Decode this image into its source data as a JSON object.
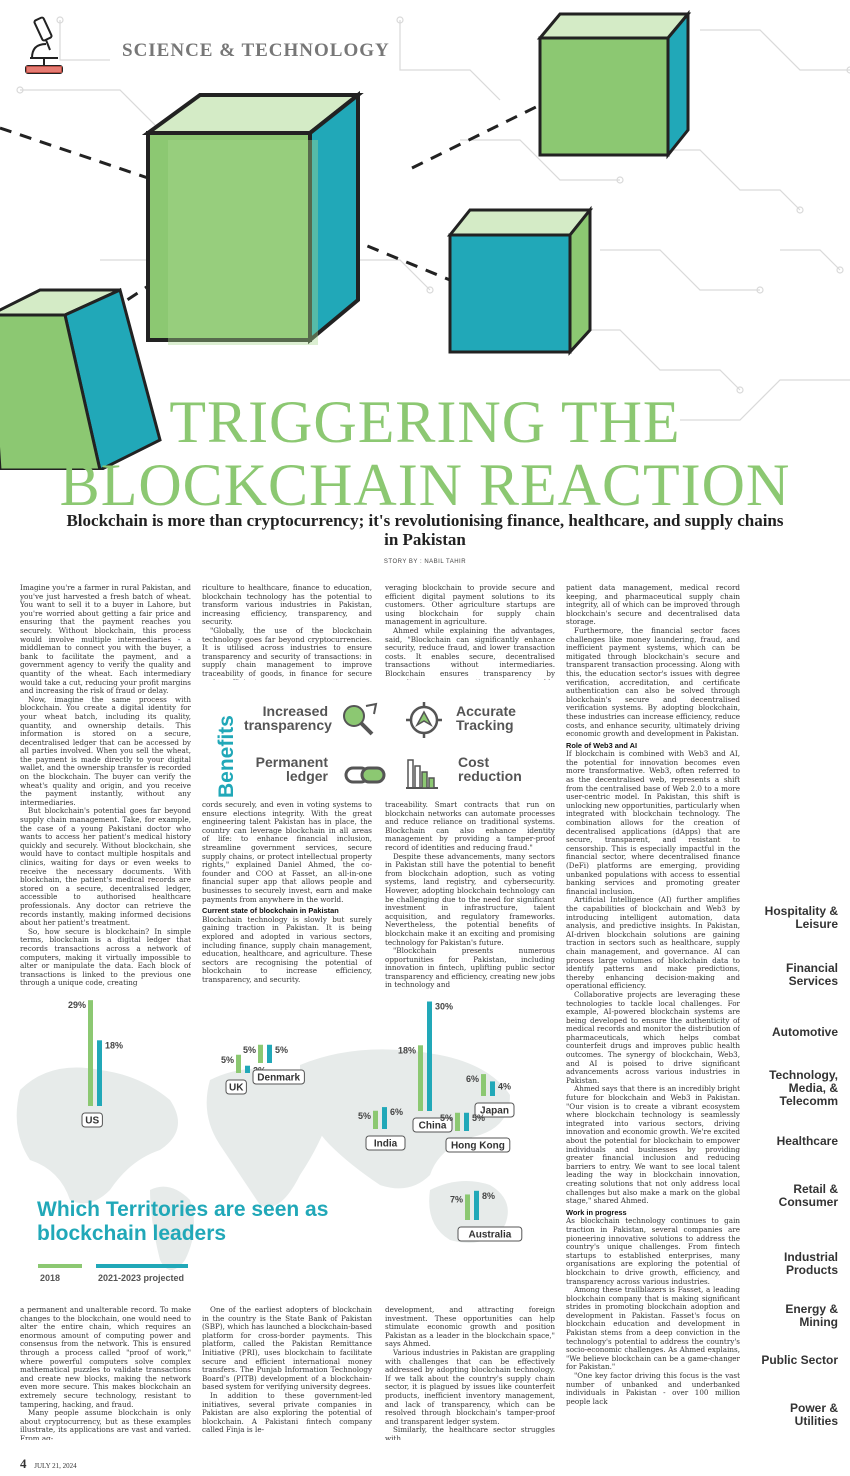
{
  "header": {
    "section": "SCIENCE & TECHNOLOGY",
    "icon": "microscope-icon"
  },
  "article": {
    "title_line1": "TRIGGERING THE",
    "title_line2": "BLOCKCHAIN REACTION",
    "subtitle": "Blockchain is more than cryptocurrency; it's revolutionising finance, healthcare, and supply chains in Pakistan",
    "byline": "STORY BY : NABIL TAHIR",
    "col1": [
      "Imagine you're a farmer in rural Pakistan, and you've just harvested a fresh batch of wheat. You want to sell it to a buyer in Lahore, but you're worried about getting a fair price and ensuring that the payment reaches you securely. Without blockchain, this process would involve multiple intermediaries - a middleman to connect you with the buyer, a bank to facilitate the payment, and a government agency to verify the quality and quantity of the wheat. Each intermediary would take a cut, reducing your profit margins and increasing the risk of fraud or delay.",
      "Now, imagine the same process with blockchain. You create a digital identity for your wheat batch, including its quality, quantity, and ownership details. This information is stored on a secure, decentralised ledger that can be accessed by all parties involved. When you sell the wheat, the payment is made directly to your digital wallet, and the ownership transfer is recorded on the blockchain. The buyer can verify the wheat's quality and origin, and you receive the payment instantly, without any intermediaries.",
      "But blockchain's potential goes far beyond supply chain management. Take, for example, the case of a young Pakistani doctor who wants to access her patient's medical history quickly and securely. Without blockchain, she would have to contact multiple hospitals and clinics, waiting for days or even weeks to receive the necessary documents. With blockchain, the patient's medical records are stored on a secure, decentralised ledger, accessible to authorised healthcare professionals. Any doctor can retrieve the records instantly, making informed decisions about her patient's treatment.",
      "So, how secure is blockchain? In simple terms, blockchain is a digital ledger that records transactions across a network of computers, making it virtually impossible to alter or manipulate the data. Each block of transactions is linked to the previous one through a unique code, creating"
    ],
    "col2_top": [
      "riculture to healthcare, finance to education, blockchain technology has the potential to transform various industries in Pakistan, increasing efficiency, transparency, and security.",
      "\"Globally, the use of the blockchain technology goes far beyond cryptocurrencies. It is utilised across industries to ensure transparency and security of transactions: in supply chain management to improve traceability of goods, in finance for secure and efficient money transactions, in healthcare for managing patient re-"
    ],
    "col3_top": [
      "veraging blockchain to provide secure and efficient digital payment solutions to its customers. Other agriculture startups are using blockchain for supply chain management in agriculture.",
      "Ahmed while explaining the advantages, said, \"Blockchain can significantly enhance security, reduce fraud, and lower transaction costs. It enables secure, decentralised transactions without intermediaries. Blockchain ensures transparency by recording every transaction in an immutable ledger; this is crucial for transaction"
    ],
    "col2_mid": [
      "cords securely, and even in voting systems to ensure elections integrity. With the great engineering talent Pakistan has in place, the country can leverage blockchain in all areas of life: to enhance financial inclusion, streamline government services, secure supply chains, or protect intellectual property rights,\" explained Daniel Ahmed, the co-founder and COO at Fasset, an all-in-one financial super app that allows people and businesses to securely invest, earn and make payments from anywhere in the world."
    ],
    "col2_heading": "Current state of blockchain in Pakistan",
    "col2_mid2": [
      "Blockchain technology is slowly but surely gaining traction in Pakistan. It is being explored and adopted in various sectors, including finance, supply chain management, education, healthcare, and agriculture. These sectors are recognising the potential of blockchain to increase efficiency, transparency, and security."
    ],
    "col3_mid": [
      "traceability. Smart contracts that run on blockchain networks can automate processes and reduce reliance on traditional systems. Blockchain can also enhance identity management by providing a tamper-proof record of identities and reducing fraud.\"",
      "Despite these advancements, many sectors in Pakistan still have the potential to benefit from blockchain adoption, such as voting systems, land registry, and cybersecurity. However, adopting blockchain technology can be challenging due to the need for significant investment in infrastructure, talent acquisition, and regulatory frameworks. Nevertheless, the potential benefits of blockchain make it an exciting and promising technology for Pakistan's future.",
      "\"Blockchain presents numerous opportunities for Pakistan, including innovation in fintech, uplifting public sector transparency and efficiency, creating new jobs in technology and"
    ],
    "col4": [
      "patient data management, medical record keeping, and pharmaceutical supply chain integrity, all of which can be improved through blockchain's secure and decentralised data storage.",
      "Furthermore, the financial sector faces challenges like money laundering, fraud, and inefficient payment systems, which can be mitigated through blockchain's secure and transparent transaction processing. Along with this, the education sector's issues with degree verification, accreditation, and certificate authentication can also be solved through blockchain's secure and decentralised verification systems. By adopting blockchain, these industries can increase efficiency, reduce costs, and enhance security, ultimately driving economic growth and development in Pakistan."
    ],
    "col4_heading1": "Role of Web3 and AI",
    "col4_b": [
      "If blockchain is combined with Web3 and AI, the potential for innovation becomes even more transformative. Web3, often referred to as the decentralised web, represents a shift from the centralised base of Web 2.0 to a more user-centric model. In Pakistan, this shift is unlocking new opportunities, particularly when integrated with blockchain technology. The combination allows for the creation of decentralised applications (dApps) that are secure, transparent, and resistant to censorship. This is especially impactful in the financial sector, where decentralised finance (DeFi) platforms are emerging, providing unbanked populations with access to essential banking services and promoting greater financial inclusion.",
      "Artificial Intelligence (AI) further amplifies the capabilities of blockchain and Web3 by introducing intelligent automation, data analysis, and predictive insights. In Pakistan, AI-driven blockchain solutions are gaining traction in sectors such as healthcare, supply chain management, and governance. AI can process large volumes of blockchain data to identify patterns and make predictions, thereby enhancing decision-making and operational efficiency.",
      "Collaborative projects are leveraging these technologies to tackle local challenges. For example, AI-powered blockchain systems are being developed to ensure the authenticity of medical records and monitor the distribution of pharmaceuticals, which helps combat counterfeit drugs and improves public health outcomes. The synergy of blockchain, Web3, and AI is poised to drive significant advancements across various industries in Pakistan.",
      "Ahmed says that there is an incredibly bright future for blockchain and Web3 in Pakistan. \"Our vision is to create a vibrant ecosystem where blockchain technology is seamlessly integrated into various sectors, driving innovation and economic growth. We're excited about the potential for blockchain to empower individuals and businesses by providing greater financial inclusion and reducing barriers to entry. We want to see local talent leading the way in blockchain innovation, creating solutions that not only address local challenges but also make a mark on the global stage,\" shared Ahmed."
    ],
    "col4_heading2": "Work in progress",
    "col4_c": [
      "As blockchain technology continues to gain traction in Pakistan, several companies are pioneering innovative solutions to address the country's unique challenges. From fintech startups to established enterprises, many organisations are exploring the potential of blockchain to drive growth, efficiency, and transparency across various industries.",
      "Among these trailblazers is Fasset, a leading blockchain company that is making significant strides in promoting blockchain adoption and development in Pakistan. Fasset's focus on blockchain education and development in Pakistan stems from a deep conviction in the technology's potential to address the country's socio-economic challenges. As Ahmed explains, \"We believe blockchain can be a game-changer for Pakistan.\"",
      "\"One key factor driving this focus is the vast number of unbanked and underbanked individuals in Pakistan - over 100 million people lack"
    ],
    "bottom_col1": [
      "a permanent and unalterable record. To make changes to the blockchain, one would need to alter the entire chain, which requires an enormous amount of computing power and consensus from the network. This is ensured through a process called \"proof of work,\" where powerful computers solve complex mathematical puzzles to validate transactions and create new blocks, making the network even more secure. This makes blockchain an extremely secure technology, resistant to tampering, hacking, and fraud.",
      "Many people assume blockchain is only about cryptocurrency, but as these examples illustrate, its applications are vast and varied. From ag-"
    ],
    "bottom_col2": [
      "One of the earliest adopters of blockchain in the country is the State Bank of Pakistan (SBP), which has launched a blockchain-based platform for cross-border payments. This platform, called the Pakistan Remittance Initiative (PRI), uses blockchain to facilitate secure and efficient international money transfers. The Punjab Information Technology Board's (PITB) development of a blockchain-based system for verifying university degrees.",
      "In addition to these government-led initiatives, several private companies in Pakistan are also exploring the potential of blockchain. A Pakistani fintech company called Finja is le-"
    ],
    "bottom_col3": [
      "development, and attracting foreign investment. These opportunities can help stimulate economic growth and position Pakistan as a leader in the blockchain space,\" says Ahmed.",
      "Various industries in Pakistan are grappling with challenges that can be effectively addressed by adopting blockchain technology. If we talk about the country's supply chain sector, it is plagued by issues like counterfeit products, inefficient inventory management, and lack of transparency, which can be resolved through blockchain's tamper-proof and transparent ledger system.",
      "Similarly, the healthcare sector struggles with"
    ]
  },
  "benefits": {
    "heading": "Benefits",
    "items": [
      {
        "label_line1": "Increased",
        "label_line2": "transparency",
        "icon": "magnifier-hand-icon"
      },
      {
        "label_line1": "Accurate",
        "label_line2": "Tracking",
        "icon": "target-arrow-icon"
      },
      {
        "label_line1": "Permanent",
        "label_line2": "ledger",
        "icon": "chain-link-icon"
      },
      {
        "label_line1": "Cost",
        "label_line2": "reduction",
        "icon": "falling-bars-icon"
      }
    ]
  },
  "map": {
    "title_line1": "Which Territories are seen as",
    "title_line2": "blockchain leaders",
    "legend": [
      {
        "label": "2018",
        "color": "#8cc872"
      },
      {
        "label": "2021-2023 projected",
        "color": "#21a8b8"
      }
    ]
  },
  "chart_data": {
    "type": "bar",
    "title": "Which Territories are seen as blockchain leaders",
    "categories": [
      "US",
      "UK",
      "Denmark",
      "China",
      "India",
      "Japan",
      "Hong Kong",
      "Australia"
    ],
    "series": [
      {
        "name": "2018",
        "color": "#8cc872",
        "values": [
          29,
          5,
          5,
          18,
          5,
          6,
          5,
          7
        ]
      },
      {
        "name": "2021-2023 projected",
        "color": "#21a8b8",
        "values": [
          18,
          2,
          5,
          30,
          6,
          4,
          5,
          8
        ]
      }
    ],
    "value_suffix": "%"
  },
  "sectors": [
    "Hospitality & Leisure",
    "Financial Services",
    "Automotive",
    "Technology, Media, & Telecomm",
    "Healthcare",
    "Retail & Consumer",
    "Industrial Products",
    "Energy & Mining",
    "Public Sector",
    "Power & Utilities"
  ],
  "sector_lines": [
    [
      "Hospitality &",
      "Leisure"
    ],
    [
      "Financial",
      "Services"
    ],
    [
      "Automotive"
    ],
    [
      "Technology,",
      "Media, &",
      "Telecomm"
    ],
    [
      "Healthcare"
    ],
    [
      "Retail &",
      "Consumer"
    ],
    [
      "Industrial",
      "Products"
    ],
    [
      "Energy &",
      "Mining"
    ],
    [
      "Public Sector"
    ],
    [
      "Power &",
      "Utilities"
    ]
  ],
  "footer": {
    "page": "4",
    "date": "JULY 21, 2024"
  }
}
